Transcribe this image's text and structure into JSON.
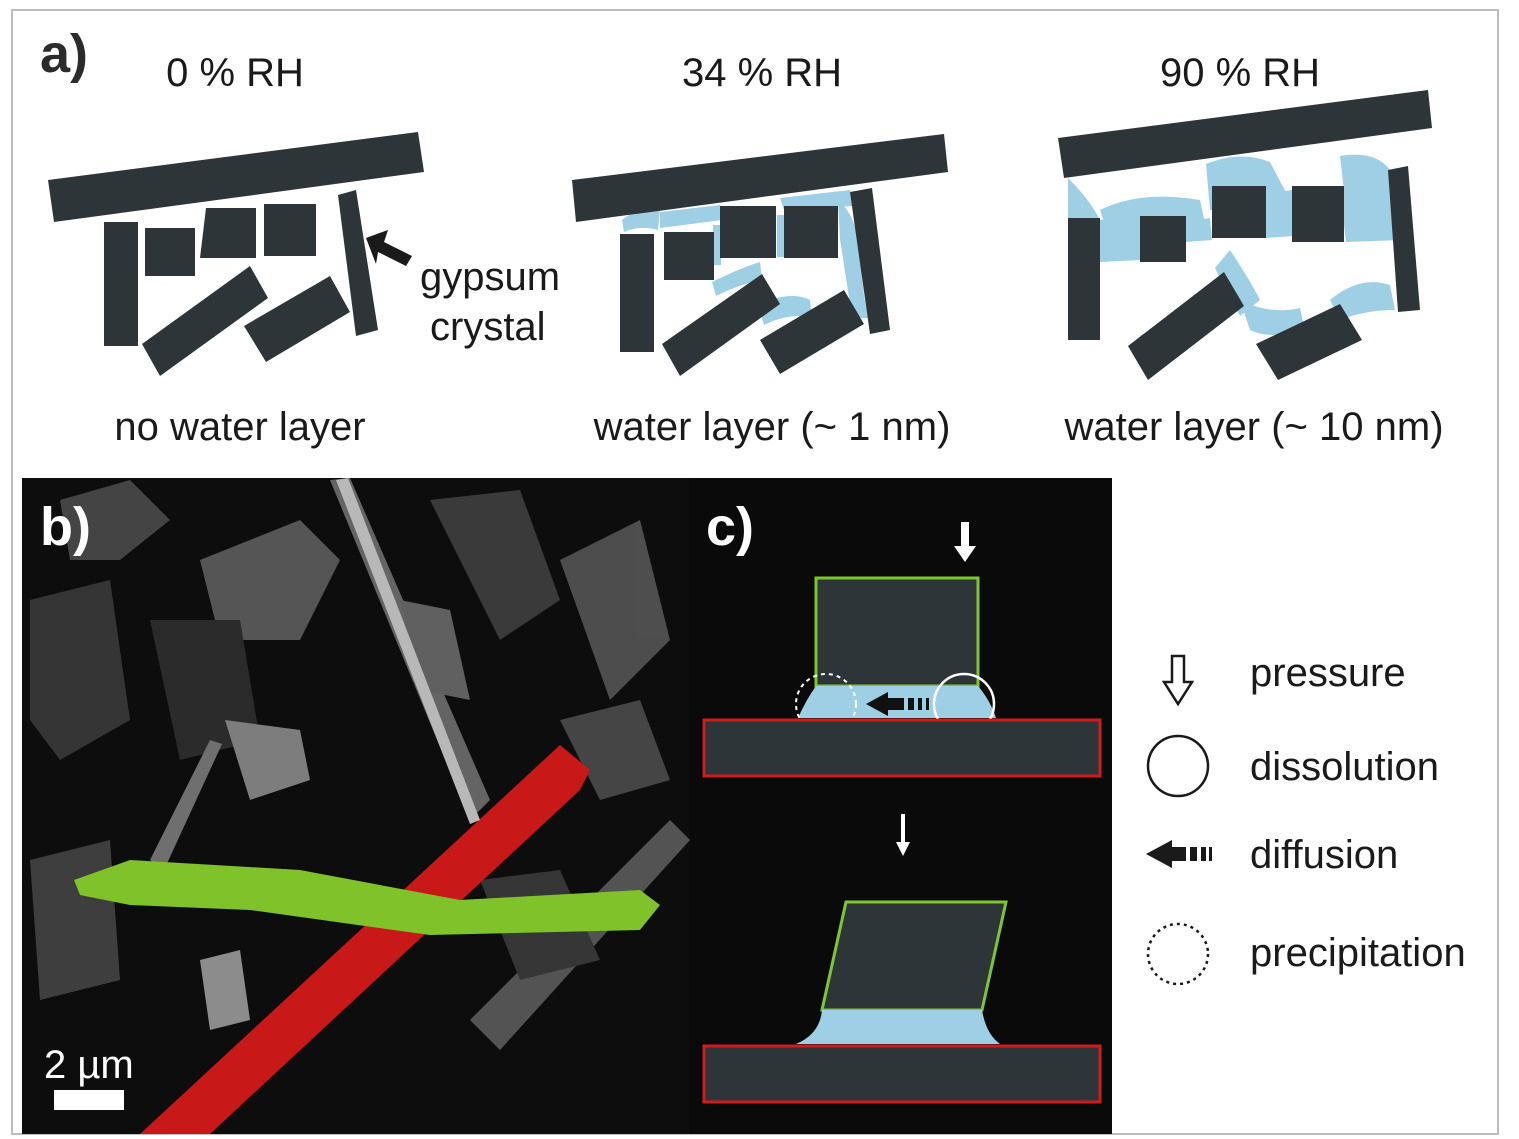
{
  "panel_a": {
    "letter": "a)",
    "columns": [
      {
        "rh": "0 % RH",
        "caption": "no water layer"
      },
      {
        "rh": "34 % RH",
        "caption": "water layer (~ 1 nm)"
      },
      {
        "rh": "90 % RH",
        "caption": "water layer (~ 10 nm)"
      }
    ],
    "annotation_line1": "gypsum",
    "annotation_line2": "crystal"
  },
  "panel_b": {
    "letter": "b)",
    "scale_label": "2 µm"
  },
  "panel_c": {
    "letter": "c)",
    "legend": [
      {
        "icon": "pressure-arrow-icon",
        "label": "pressure"
      },
      {
        "icon": "solid-circle-icon",
        "label": "dissolution"
      },
      {
        "icon": "diffusion-arrow-icon",
        "label": "diffusion"
      },
      {
        "icon": "dashed-circle-icon",
        "label": "precipitation"
      }
    ]
  },
  "colors": {
    "crystal": "#2e3538",
    "water": "#9ecfe5",
    "green_crystal": "#7ec62e",
    "red_crystal": "#d01c1c",
    "dark_background": "#0a0a0a"
  }
}
